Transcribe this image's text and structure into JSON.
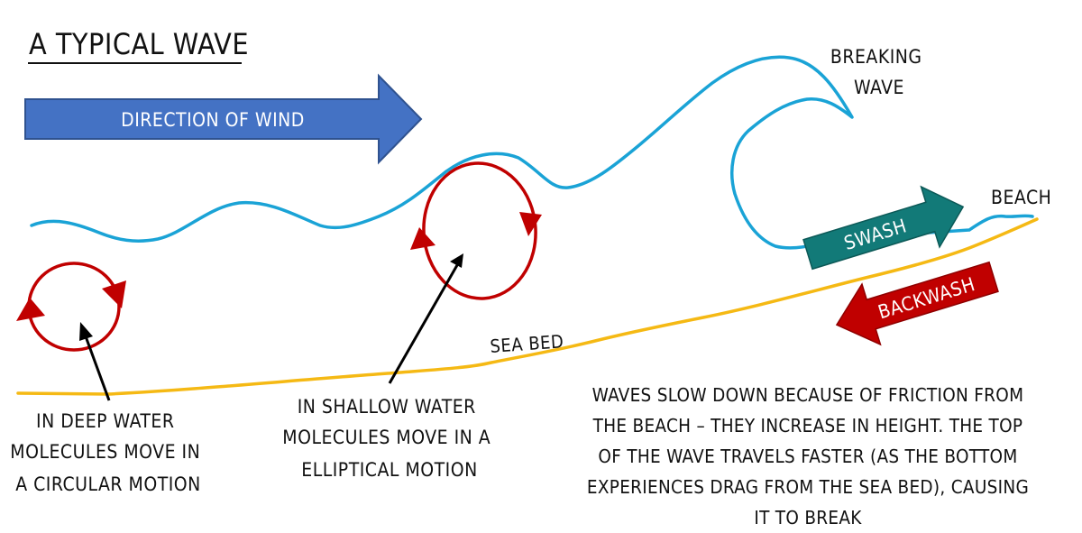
{
  "title": "A TYPICAL WAVE",
  "wind_label": "DIRECTION OF WIND",
  "breaking_wave_label": [
    "BREAKING",
    "WAVE"
  ],
  "beach_label": "BEACH",
  "swash_label": "SWASH",
  "backwash_label": "BACKWASH",
  "sea_bed_label": "SEA BED",
  "deep_water_label": [
    "IN DEEP WATER",
    "MOLECULES MOVE IN",
    "A CIRCULAR MOTION"
  ],
  "shallow_water_label": [
    "IN SHALLOW WATER",
    "MOLECULES MOVE IN A",
    "ELLIPTICAL MOTION"
  ],
  "explanation": "WAVES SLOW DOWN BECAUSE OF FRICTION FROM THE BEACH – THEY INCREASE IN HEIGHT. THE TOP OF THE WAVE TRAVELS FASTER (AS THE BOTTOM EXPERIENCES DRAG FROM THE SEA BED), CAUSING IT TO BREAK",
  "colors": {
    "wave": "#1aa3d6",
    "sea_bed": "#f5b914",
    "wind_arrow": "#4472c4",
    "swash_arrow": "#127a78",
    "backwash_arrow": "#c00000",
    "motion": "#c00000",
    "pointer": "#000000"
  }
}
